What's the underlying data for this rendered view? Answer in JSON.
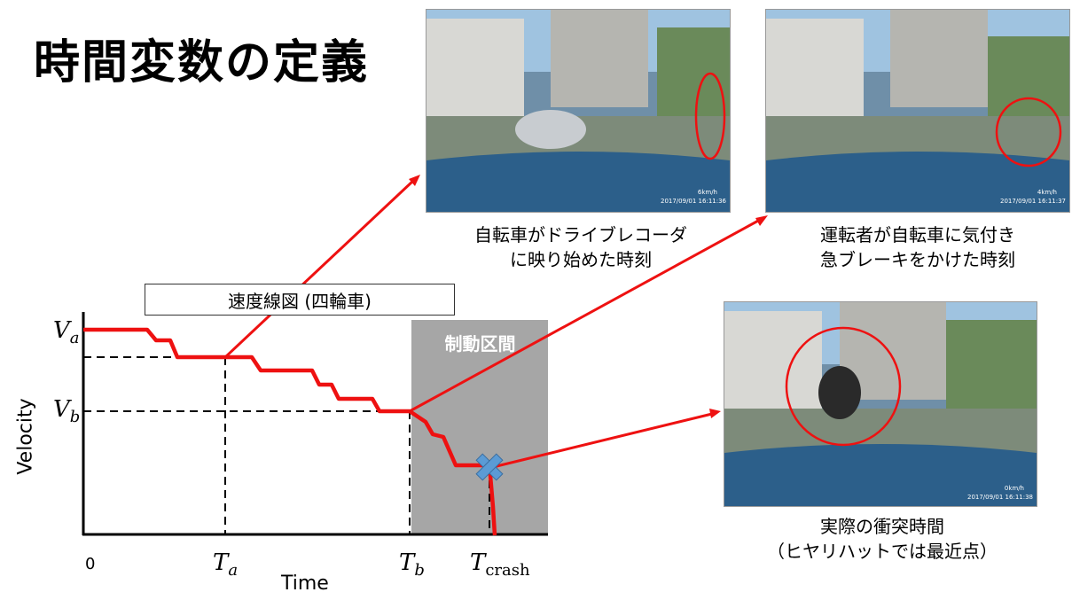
{
  "title": "時間変数の定義",
  "legend_label": "速度線図 (四輪車)",
  "braking_label": "制動区間",
  "axes": {
    "x_label": "Time",
    "y_label": "Velocity",
    "origin": "0"
  },
  "symbols": {
    "Va": "V",
    "Va_sub": "a",
    "Vb": "V",
    "Vb_sub": "b",
    "Ta": "T",
    "Ta_sub": "a",
    "Tb": "T",
    "Tb_sub": "b",
    "Tcrash": "T",
    "Tcrash_sub": "crash"
  },
  "captions": {
    "photo1": [
      "自転車がドライブレコーダ",
      "に映り始めた時刻"
    ],
    "photo2": [
      "運転者が自転車に気付き",
      "急ブレーキをかけた時刻"
    ],
    "photo3": [
      "実際の衝突時間",
      "（ヒヤリハットでは最近点）"
    ]
  },
  "photo_stamps": {
    "photo1": [
      "6km/h",
      "2017/09/01 16:11:36"
    ],
    "photo2": [
      "4km/h",
      "2017/09/01 16:11:37"
    ],
    "photo3": [
      "0km/h",
      "2017/09/01 16:11:38"
    ]
  },
  "colors": {
    "accent_red": "#ee1111",
    "crash_marker": "#5b9bd5",
    "braking_zone": "#a6a6a6"
  }
}
